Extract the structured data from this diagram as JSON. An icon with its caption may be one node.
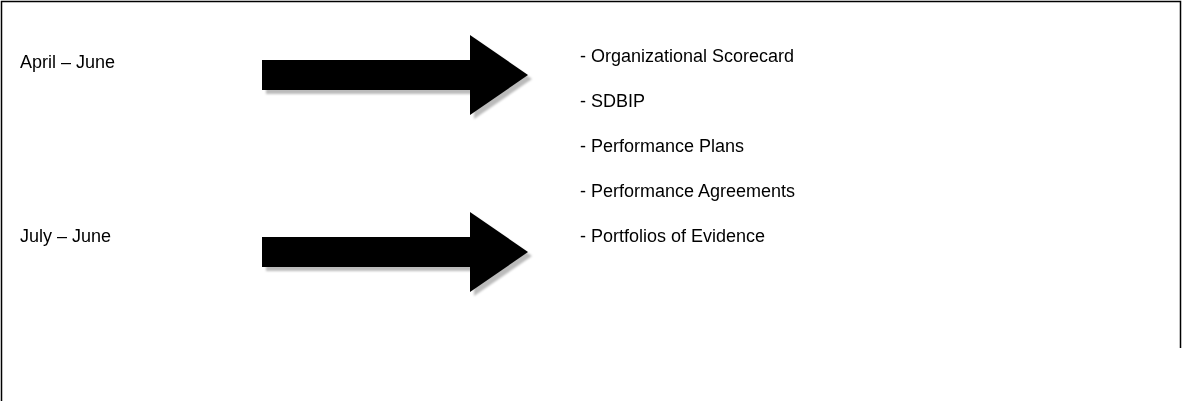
{
  "diagram": {
    "nodes": [
      {
        "text": [
          "April – June"
        ]
      },
      {
        "text": [
          "- Organizational Scorecard"
        ]
      },
      {
        "text": [
          "- SDBIP"
        ]
      },
      {
        "text": [
          "- Performance Plans"
        ]
      },
      {
        "text": [
          "- Performance Agreements"
        ]
      },
      {
        "text": [
          "July – June"
        ]
      },
      {
        "text": [
          "- Portfolios of Evidence"
        ]
      }
    ],
    "edges": [
      {
        "from": 0,
        "to": 1,
        "arrow": "to",
        "style": "thick"
      },
      {
        "from": 5,
        "to": 6,
        "arrow": "to",
        "style": "thick"
      }
    ]
  }
}
